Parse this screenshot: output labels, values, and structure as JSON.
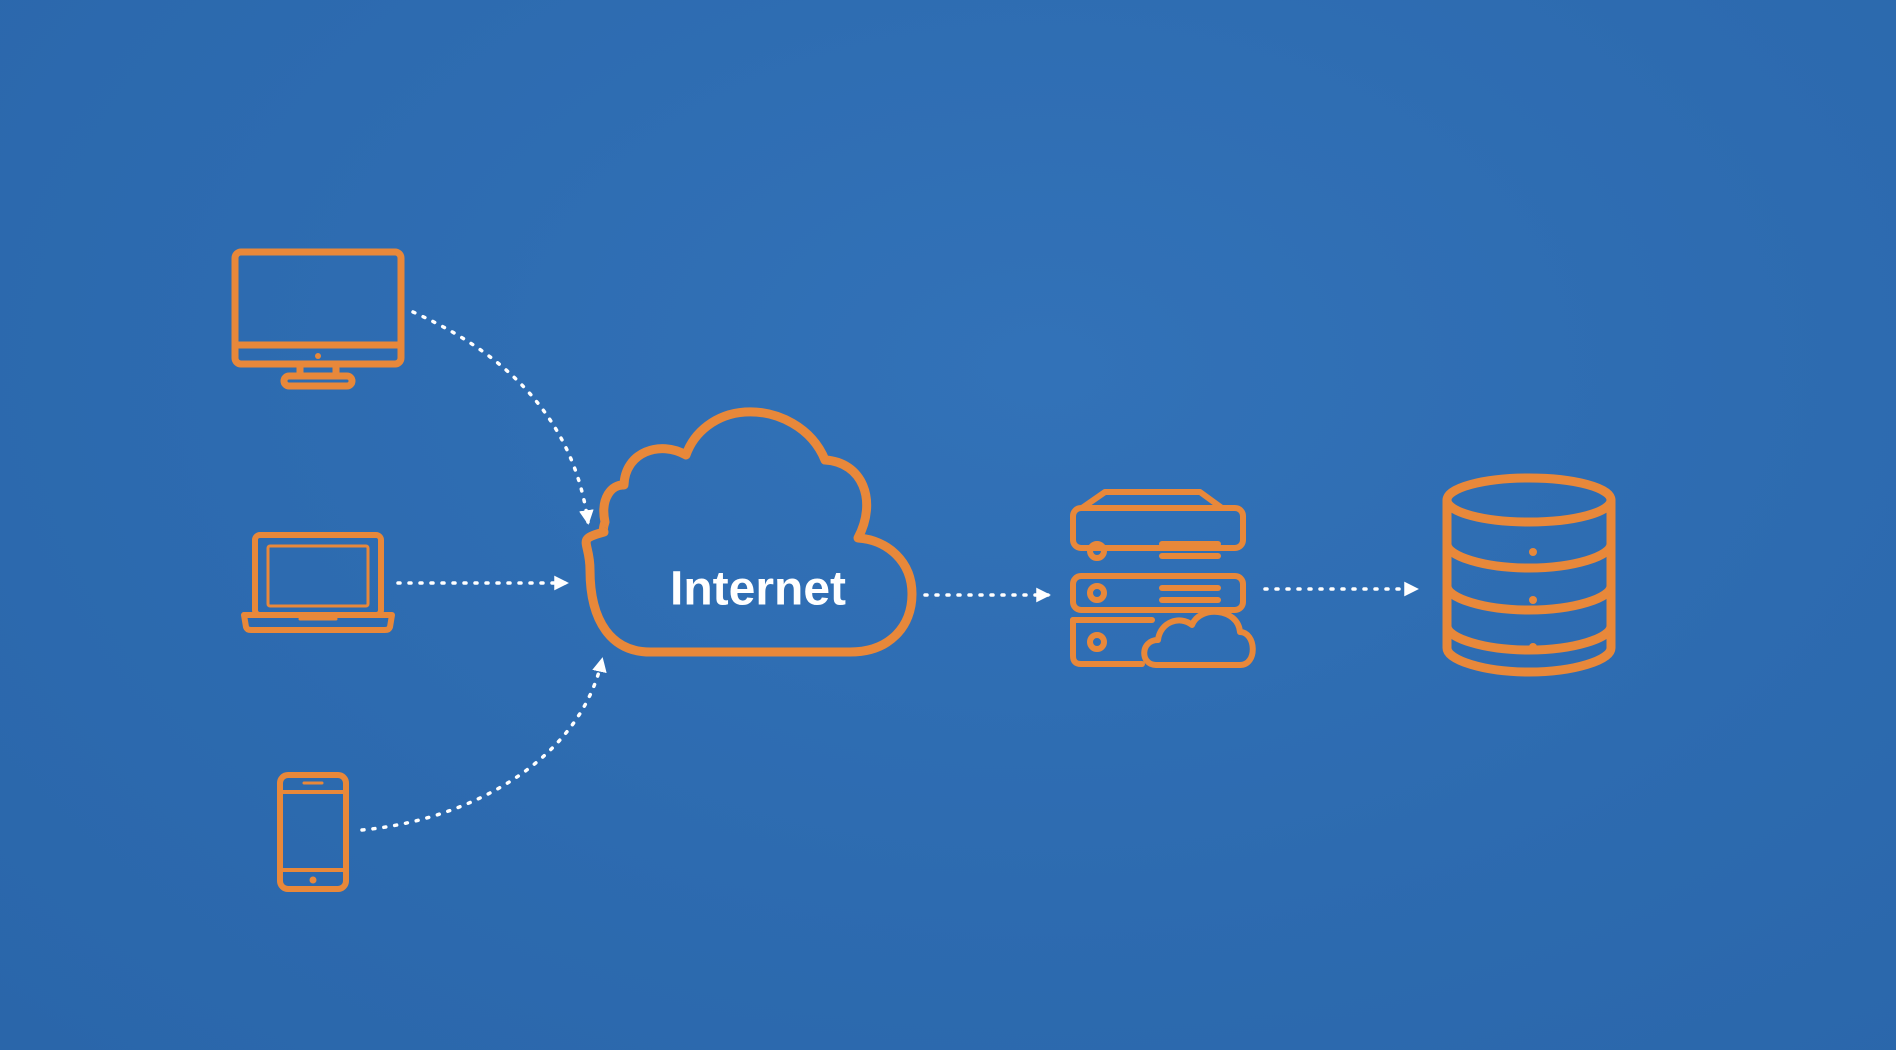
{
  "colors": {
    "background": "#2e6cb1",
    "icon_orange": "#e8883a",
    "connector": "#ffffff",
    "label_text": "#ffffff"
  },
  "nodes": {
    "desktop": {
      "icon": "desktop-monitor-icon"
    },
    "laptop": {
      "icon": "laptop-icon"
    },
    "phone": {
      "icon": "smartphone-icon"
    },
    "cloud": {
      "icon": "cloud-icon",
      "label": "Internet"
    },
    "server": {
      "icon": "cloud-server-rack-icon"
    },
    "database": {
      "icon": "database-icon"
    }
  },
  "edges": [
    {
      "from": "desktop",
      "to": "cloud",
      "style": "dotted-arrow"
    },
    {
      "from": "laptop",
      "to": "cloud",
      "style": "dotted-arrow"
    },
    {
      "from": "phone",
      "to": "cloud",
      "style": "dotted-arrow"
    },
    {
      "from": "cloud",
      "to": "server",
      "style": "dotted-arrow"
    },
    {
      "from": "server",
      "to": "database",
      "style": "dotted-arrow"
    }
  ]
}
